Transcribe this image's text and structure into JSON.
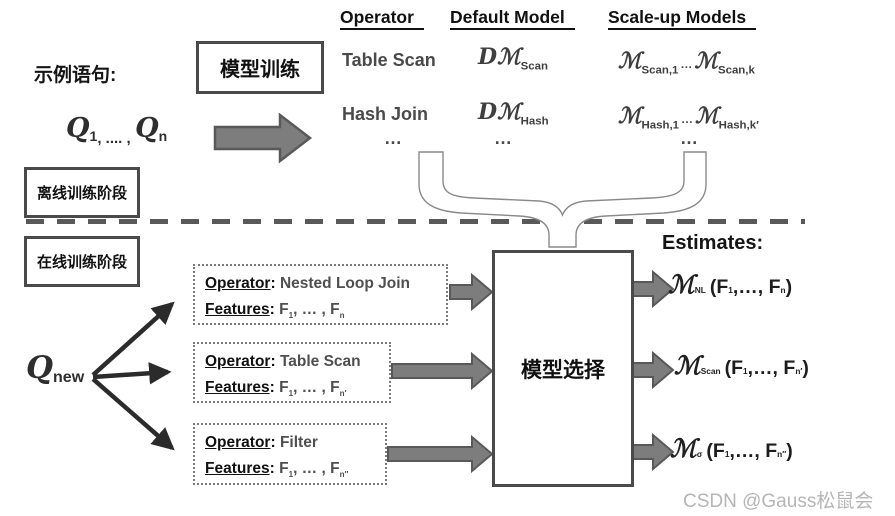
{
  "colors": {
    "arrow_fill": "#7d7d7d",
    "arrow_stroke": "#595959",
    "black_arrow": "#2b2b2b",
    "box_border": "#4a4a4a",
    "text_dark": "#111111",
    "text_gray": "#4a4a4a",
    "watermark_gray": "#b5b5b5"
  },
  "punct": {
    "colon": ":"
  },
  "offline": {
    "example_label": "示例语句:",
    "queries": {
      "q1": "Q",
      "sub1": "1",
      "sep": ", .... ,",
      "q2": "Q",
      "sub2": "n"
    },
    "train_box_label": "模型训练",
    "phase_box_label": "离线训练阶段"
  },
  "table": {
    "headers": [
      "Operator",
      "Default Model",
      "Scale-up Models"
    ],
    "ellipsis": "…",
    "rows": [
      {
        "operator": "Table Scan",
        "dm_d": "D",
        "dm_m": "ℳ",
        "dm_sub": "Scan",
        "su_m1": "ℳ",
        "su_sub1": "Scan,1",
        "su_dots": "…",
        "su_m2": "ℳ",
        "su_sub2": "Scan,k"
      },
      {
        "operator": "Hash Join",
        "dm_d": "D",
        "dm_m": "ℳ",
        "dm_sub": "Hash",
        "su_m1": "ℳ",
        "su_sub1": "Hash,1",
        "su_dots": "…",
        "su_m2": "ℳ",
        "su_sub2": "Hash,k′"
      }
    ]
  },
  "online": {
    "phase_box_label": "在线训练阶段",
    "query_new": {
      "q": "Q",
      "sub": "new"
    },
    "operators": [
      {
        "op_label": "Operator",
        "op_value": "Nested Loop Join",
        "ft_label": "Features",
        "f": "F",
        "s1": "1",
        "mid": ", … , F",
        "s2": "n"
      },
      {
        "op_label": "Operator",
        "op_value": "Table Scan",
        "ft_label": "Features",
        "f": "F",
        "s1": "1",
        "mid": ", … , F",
        "s2": "n′"
      },
      {
        "op_label": "Operator",
        "op_value": "Filter",
        "ft_label": "Features",
        "f": "F",
        "s1": "1",
        "mid": ", … , F",
        "s2": "n″"
      }
    ],
    "select_box_label": "模型选择",
    "estimates_label": "Estimates:",
    "estimates": [
      {
        "m": "ℳ",
        "sub": "NL",
        "open": "(F",
        "s1": "1",
        "mid": " ,…, F",
        "s2": "n",
        "close": ")"
      },
      {
        "m": "ℳ",
        "sub": "Scan",
        "open": "(F",
        "s1": "1",
        "mid": " ,…, F",
        "s2": "n′",
        "close": ")"
      },
      {
        "m": "ℳ",
        "sub": "σ",
        "open": "(F",
        "s1": "1",
        "mid": " ,…, F",
        "s2": "n″",
        "close": ")"
      }
    ]
  },
  "watermark": "CSDN @Gauss松鼠会"
}
